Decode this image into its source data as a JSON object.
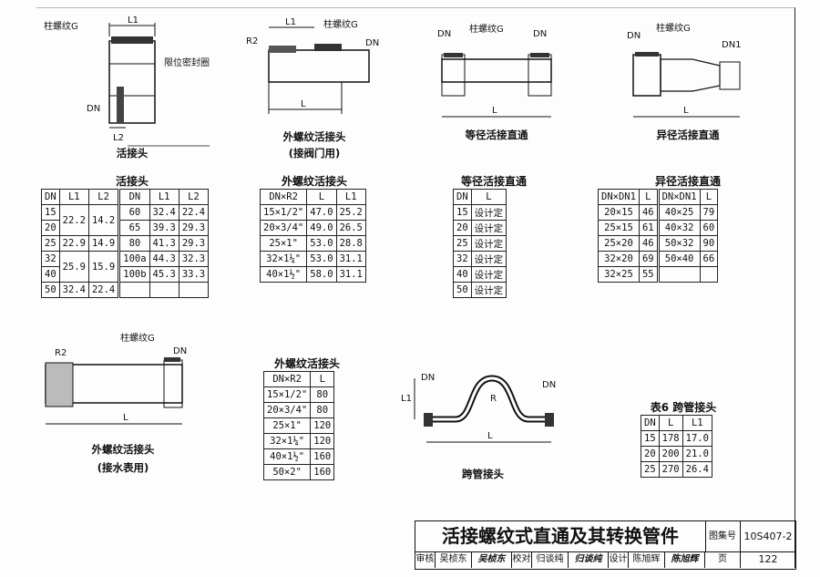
{
  "drawings": {
    "union": {
      "caption": "活接头",
      "labels": {
        "thread": "柱螺纹G",
        "L1": "L1",
        "seal": "限位密封圈",
        "DN": "DN",
        "L2": "L2"
      }
    },
    "male_union_valve": {
      "caption": "外螺纹活接头",
      "subcaption": "(接阀门用)",
      "labels": {
        "R2": "R2",
        "L1": "L1",
        "thread": "柱螺纹G",
        "DN": "DN",
        "L": "L"
      }
    },
    "equal_straight": {
      "caption": "等径活接直通",
      "labels": {
        "DN_left": "DN",
        "thread": "柱螺纹G",
        "DN_right": "DN",
        "L": "L"
      }
    },
    "reducing_straight": {
      "caption": "异径活接直通",
      "labels": {
        "DN": "DN",
        "thread": "柱螺纹G",
        "DN1": "DN1",
        "L": "L"
      }
    },
    "male_union_meter": {
      "caption": "外螺纹活接头",
      "subcaption": "(接水表用)",
      "labels": {
        "R2": "R2",
        "thread": "柱螺纹G",
        "DN": "DN",
        "L": "L"
      }
    },
    "crossover": {
      "caption": "跨管接头",
      "labels": {
        "DN_left": "DN",
        "DN_right": "DN",
        "L1": "L1",
        "R": "R",
        "L": "L"
      }
    }
  },
  "tables": {
    "union": {
      "title": "活接头",
      "header": [
        "DN",
        "L1",
        "L2",
        "DN",
        "L1",
        "L2"
      ],
      "rows": [
        [
          "15",
          "22.2",
          "14.2",
          "60",
          "32.4",
          "22.4"
        ],
        [
          "20",
          null,
          null,
          "65",
          "39.3",
          "29.3"
        ],
        [
          "25",
          "22.9",
          "14.9",
          "80",
          "41.3",
          "29.3"
        ],
        [
          "32",
          "25.9",
          "15.9",
          "100a",
          "44.3",
          "32.3"
        ],
        [
          "40",
          null,
          null,
          "100b",
          "45.3",
          "33.3"
        ],
        [
          "50",
          "32.4",
          "22.4",
          "",
          "",
          ""
        ]
      ]
    },
    "male_union": {
      "title": "外螺纹活接头",
      "header": [
        "DN×R2",
        "L",
        "L1"
      ],
      "rows": [
        [
          "15×1/2\"",
          "47.0",
          "25.2"
        ],
        [
          "20×3/4\"",
          "49.0",
          "26.5"
        ],
        [
          "25×1\"",
          "53.0",
          "28.8"
        ],
        [
          "32×1¼\"",
          "53.0",
          "31.1"
        ],
        [
          "40×1½\"",
          "58.0",
          "31.1"
        ]
      ]
    },
    "equal": {
      "title": "等径活接直通",
      "header": [
        "DN",
        "L"
      ],
      "rows": [
        [
          "15",
          "设计定"
        ],
        [
          "20",
          "设计定"
        ],
        [
          "25",
          "设计定"
        ],
        [
          "32",
          "设计定"
        ],
        [
          "40",
          "设计定"
        ],
        [
          "50",
          "设计定"
        ]
      ]
    },
    "reducing": {
      "title": "异径活接直通",
      "header": [
        "DN×DN1",
        "L",
        "DN×DN1",
        "L"
      ],
      "rows": [
        [
          "20×15",
          "46",
          "40×25",
          "79"
        ],
        [
          "25×15",
          "61",
          "40×32",
          "60"
        ],
        [
          "25×20",
          "46",
          "50×32",
          "90"
        ],
        [
          "32×20",
          "69",
          "50×40",
          "66"
        ],
        [
          "32×25",
          "55",
          "",
          ""
        ]
      ]
    },
    "male_union_meter": {
      "title": "外螺纹活接头",
      "header": [
        "DN×R2",
        "L"
      ],
      "rows": [
        [
          "15×1/2\"",
          "80"
        ],
        [
          "20×3/4\"",
          "80"
        ],
        [
          "25×1\"",
          "120"
        ],
        [
          "32×1¼\"",
          "120"
        ],
        [
          "40×1½\"",
          "160"
        ],
        [
          "50×2\"",
          "160"
        ]
      ]
    },
    "crossover": {
      "title": "表6  跨管接头",
      "header": [
        "DN",
        "L",
        "L1"
      ],
      "rows": [
        [
          "15",
          "178",
          "17.0"
        ],
        [
          "20",
          "200",
          "21.0"
        ],
        [
          "25",
          "270",
          "26.4"
        ]
      ]
    }
  },
  "title_block": {
    "title": "活接螺纹式直通及其转换管件",
    "atlas_label": "图集号",
    "atlas_no": "10S407-2",
    "page_label": "页",
    "page_no": "122",
    "review_label": "审核",
    "reviewer": "吴桢东",
    "reviewer_sig": "吴桢东",
    "check_label": "校对",
    "checker": "归谈纯",
    "checker_sig": "归谈纯",
    "design_label": "设计",
    "designer": "陈旭辉",
    "designer_sig": "陈旭辉"
  }
}
